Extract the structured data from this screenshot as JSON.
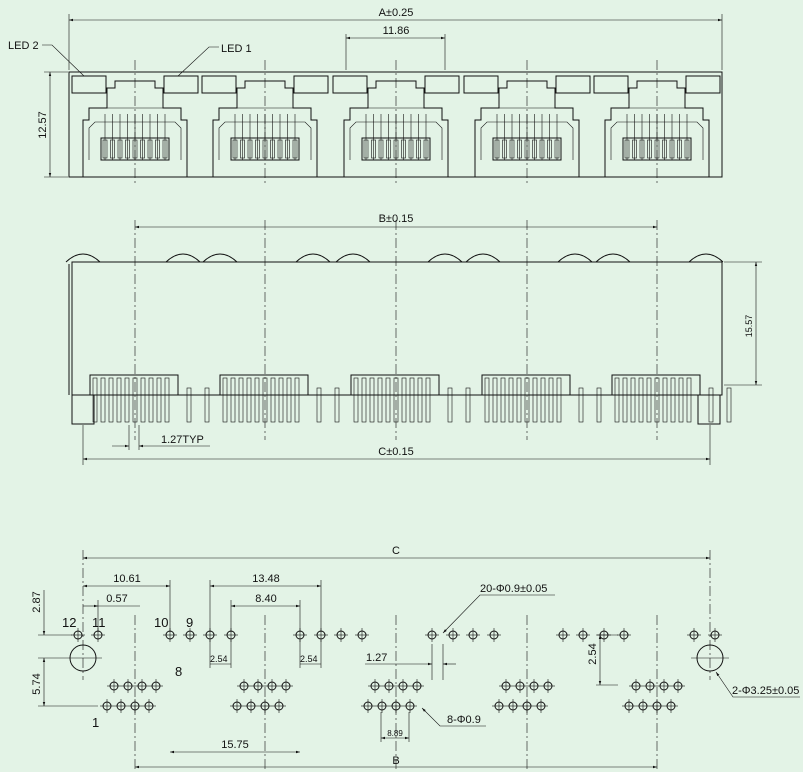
{
  "front_view": {
    "dim_a": "A±0.25",
    "dim_pitch": "11.86",
    "dim_height": "12.57",
    "led2": "LED 2",
    "led1": "LED 1"
  },
  "side_view": {
    "dim_b": "B±0.15",
    "dim_height": "15.57",
    "pin_pitch": "1.27TYP",
    "dim_c": "C±0.15"
  },
  "footprint": {
    "dim_c": "C",
    "dim_10_61": "10.61",
    "dim_0_57": "0.57",
    "dim_13_48": "13.48",
    "dim_8_40": "8.40",
    "dim_2_87": "2.87",
    "dim_5_74": "5.74",
    "pin12": "12",
    "pin11": "11",
    "pin10": "10",
    "pin9": "9",
    "pin8": "8",
    "pin1": "1",
    "dim_2_54_a": "2.54",
    "dim_2_54_b": "2.54",
    "dim_1_27": "1.27",
    "holes_20": "20-Φ0.9±0.05",
    "dim_2_54_v": "2.54",
    "mount_holes": "2-Φ3.25±0.05",
    "holes_8": "8-Φ0.9",
    "dim_8_89": "8.89",
    "dim_15_75": "15.75",
    "dim_b": "B"
  }
}
